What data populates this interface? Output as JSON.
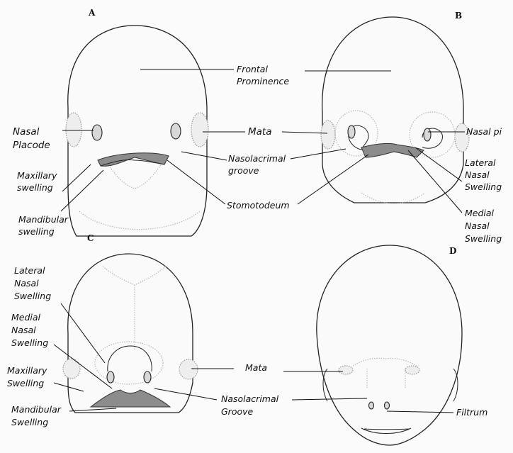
{
  "panels": {
    "a": {
      "letter": "A",
      "labels": {
        "frontal_prominence": [
          "Frontal",
          "Prominence"
        ],
        "nasal_placode": [
          "Nasal",
          "Placode"
        ],
        "mata": "Mata",
        "maxillary_swelling": [
          "Maxillary",
          "swelling"
        ],
        "mandibular_swelling": [
          "Mandibular",
          "swelling"
        ],
        "nasolacrimal_groove": [
          "Nasolacrimal",
          "groove"
        ],
        "stomotodeum": "Stomotodeum"
      }
    },
    "b": {
      "letter": "B",
      "labels": {
        "nasal_pit": "Nasal pi",
        "lateral_nasal_swelling": [
          "Lateral",
          "Nasal",
          "Swelling"
        ],
        "medial_nasal_swelling": [
          "Medial",
          "Nasal",
          "Swelling"
        ]
      }
    },
    "c": {
      "letter": "C",
      "labels": {
        "lateral_nasal_swelling": [
          "Lateral",
          "Nasal",
          "Swelling"
        ],
        "medial_nasal_swelling": [
          "Medial",
          "Nasal",
          "Swelling"
        ],
        "maxillary_swelling": [
          "Maxillary",
          "Swelling"
        ],
        "mandibular_swelling": [
          "Mandibular",
          "Swelling"
        ],
        "mata": "Mata",
        "nasolacrimal_groove": [
          "Nasolacrimal",
          "Groove"
        ]
      }
    },
    "d": {
      "letter": "D",
      "labels": {
        "filtrum": "Filtrum"
      }
    }
  }
}
